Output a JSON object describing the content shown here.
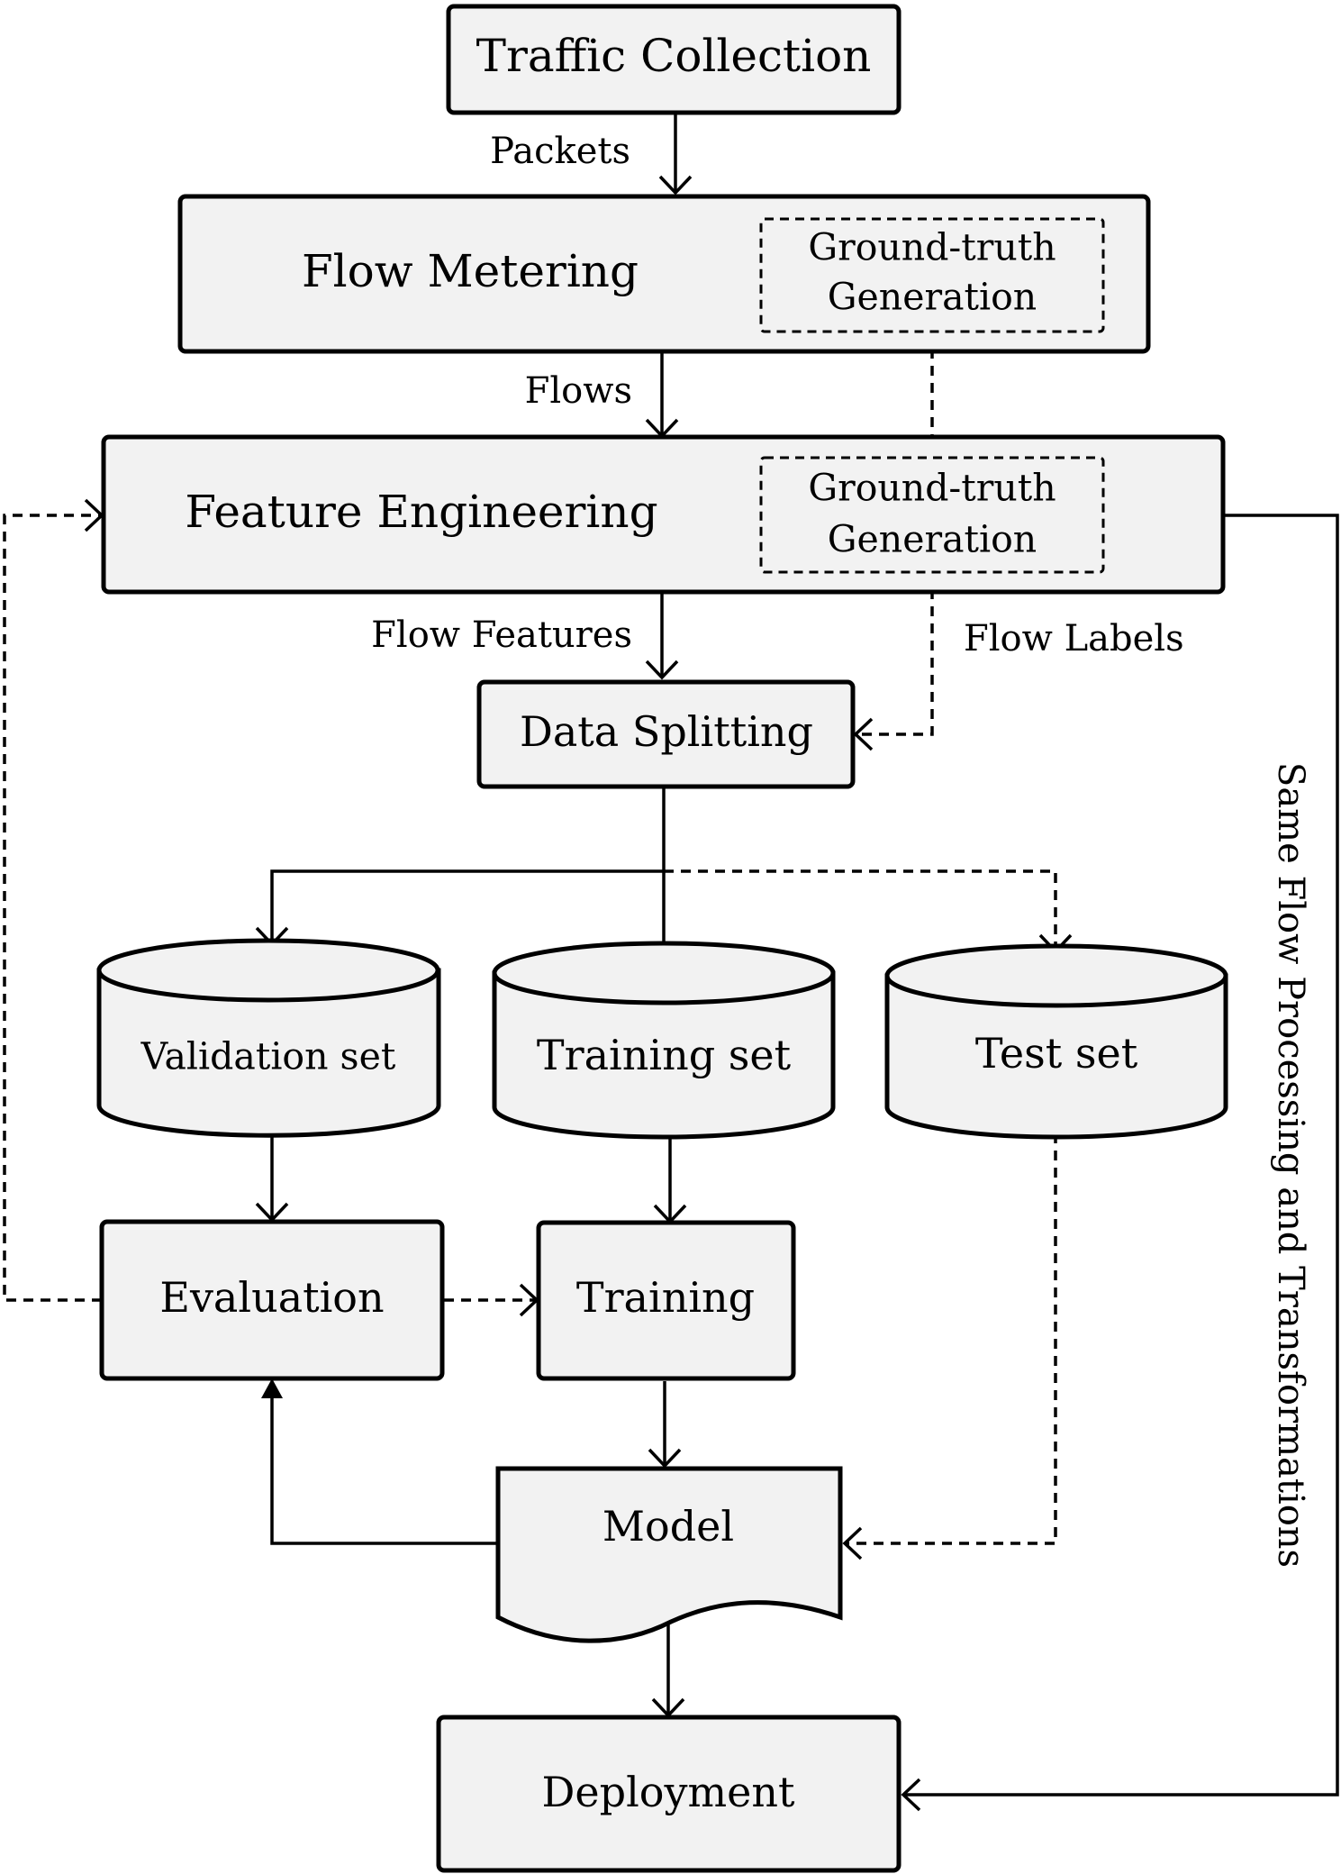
{
  "nodes": {
    "traffic_collection": "Traffic Collection",
    "flow_metering": "Flow Metering",
    "ground_truth_1": [
      "Ground-truth",
      "Generation"
    ],
    "feature_engineering": "Feature Engineering",
    "ground_truth_2": [
      "Ground-truth",
      "Generation"
    ],
    "data_splitting": "Data Splitting",
    "validation_set": "Validation set",
    "training_set": "Training set",
    "test_set": "Test set",
    "evaluation": "Evaluation",
    "training": "Training",
    "model": "Model",
    "deployment": "Deployment"
  },
  "edge_labels": {
    "packets": "Packets",
    "flows": "Flows",
    "flow_features": "Flow Features",
    "flow_labels": "Flow Labels",
    "same_flow": "Same Flow Processing and Transformations"
  }
}
